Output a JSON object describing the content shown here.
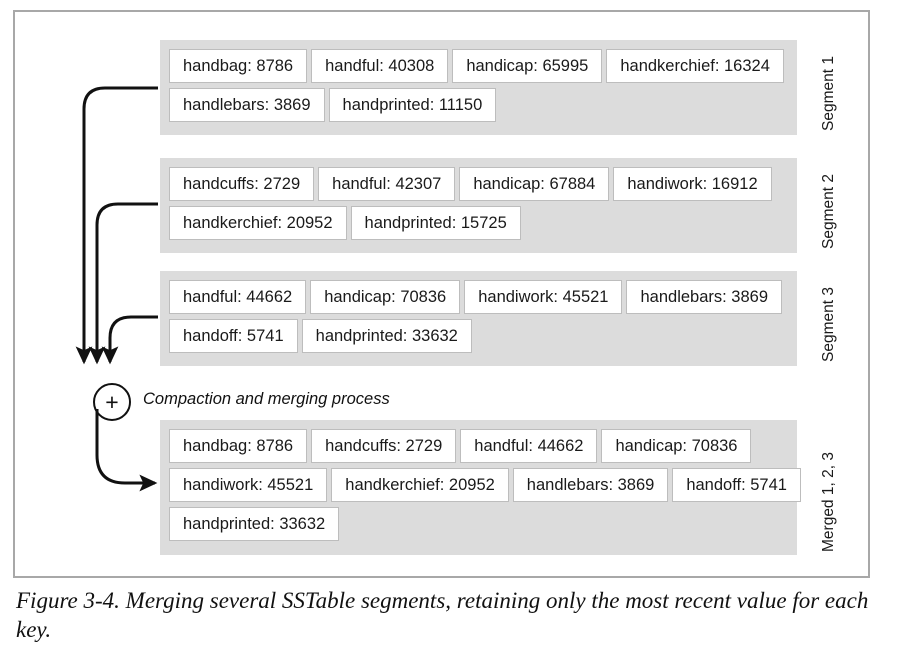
{
  "figure": {
    "caption": "Figure 3-4. Merging several SSTable segments, retaining only the most recent value for each key."
  },
  "merge_node": {
    "symbol": "+",
    "label": "Compaction and merging process"
  },
  "colors": {
    "band_background": "#dcdcdc",
    "cell_background": "#ffffff",
    "cell_border": "#bdbdbd",
    "frame_border": "#a8a8a8",
    "arrow": "#111111",
    "text": "#1a1a1a"
  },
  "segments": [
    {
      "label": "Segment 1",
      "rows": [
        [
          "handbag: 8786",
          "handful: 40308",
          "handicap: 65995",
          "handkerchief: 16324"
        ],
        [
          "handlebars: 3869",
          "handprinted: 11150"
        ]
      ]
    },
    {
      "label": "Segment 2",
      "rows": [
        [
          "handcuffs: 2729",
          "handful: 42307",
          "handicap: 67884",
          "handiwork: 16912"
        ],
        [
          "handkerchief: 20952",
          "handprinted: 15725"
        ]
      ]
    },
    {
      "label": "Segment 3",
      "rows": [
        [
          "handful: 44662",
          "handicap: 70836",
          "handiwork: 45521",
          "handlebars: 3869"
        ],
        [
          "handoff: 5741",
          "handprinted: 33632"
        ]
      ]
    }
  ],
  "merged": {
    "label": "Merged 1, 2, 3",
    "rows": [
      [
        "handbag: 8786",
        "handcuffs: 2729",
        "handful: 44662",
        "handicap: 70836"
      ],
      [
        "handiwork: 45521",
        "handkerchief: 20952",
        "handlebars: 3869",
        "handoff: 5741"
      ],
      [
        "handprinted: 33632"
      ]
    ]
  }
}
